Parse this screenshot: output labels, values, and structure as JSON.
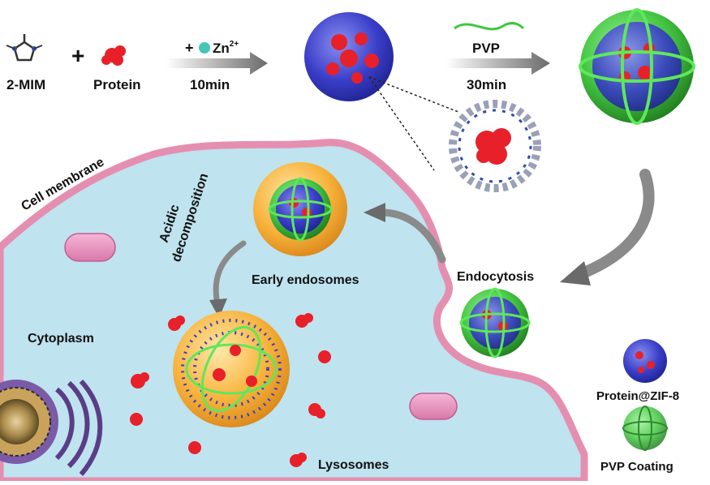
{
  "labels": {
    "ligand": "2-MIM",
    "plus": "+",
    "protein": "Protein",
    "zinc_plus": "+",
    "zinc": "Zn",
    "zinc_charge": "2+",
    "time1": "10min",
    "pvp": "PVP",
    "time2": "30min",
    "cell_membrane": "Cell membrane",
    "acidic_line1": "Acidic",
    "acidic_line2": "decomposition",
    "early_endosomes": "Early endosomes",
    "endocytosis": "Endocytosis",
    "cytoplasm": "Cytoplasm",
    "lysosomes": "Lysosomes",
    "legend_zif": "Protein@ZIF-8",
    "legend_pvp": "PVP Coating"
  },
  "colors": {
    "zif_blue": "#3a3ec8",
    "protein_red": "#e8202a",
    "pvp_green": "#3ec83c",
    "cytoplasm": "#bfe3ef",
    "membrane_pink": "#e58fb0",
    "endosome_orange": "#f7b23a",
    "zinc_teal": "#43c7b6"
  }
}
